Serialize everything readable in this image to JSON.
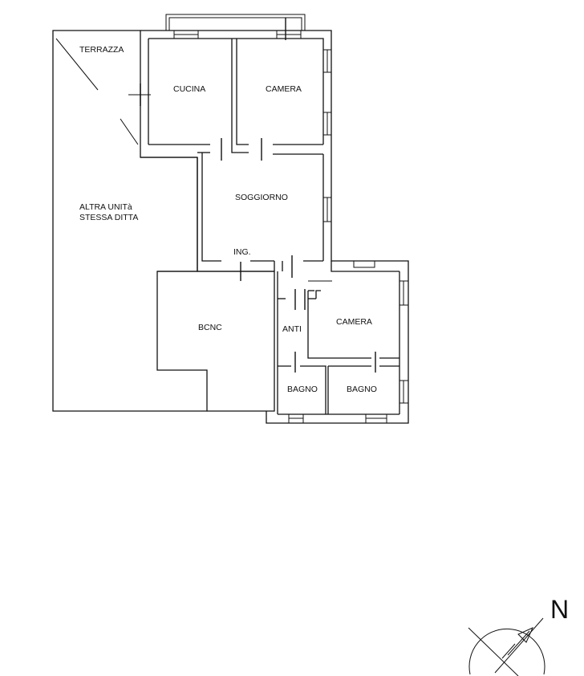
{
  "rooms": {
    "terrazza": "TERRAZZA",
    "cucina": "CUCINA",
    "camera_1": "CAMERA",
    "soggiorno": "SOGGIORNO",
    "altra_unita_line1": "ALTRA UNITà",
    "altra_unita_line2": "STESSA DITTA",
    "ingresso": "ING.",
    "bcnc": "BCNC",
    "anti": "ANTI",
    "camera_2": "CAMERA",
    "bagno_1": "BAGNO",
    "bagno_2": "BAGNO"
  },
  "compass": {
    "north_label": "N",
    "symbol": "north-arrow-icon"
  },
  "colors": {
    "line": "#111111",
    "background": "#ffffff"
  }
}
